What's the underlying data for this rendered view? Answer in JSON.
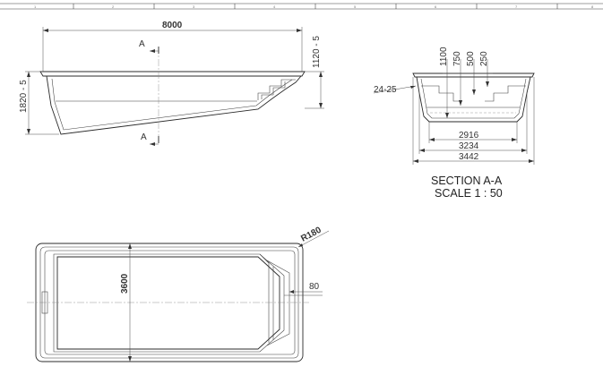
{
  "border_zone_labels": [
    "1",
    "2",
    "3",
    "4",
    "5",
    "6",
    "7",
    "8"
  ],
  "side_view": {
    "overall_length": "8000",
    "total_height": "1120 - 5",
    "left_height": "1820 - 5",
    "section_marker_top": "A",
    "section_marker_bottom": "A"
  },
  "section_view": {
    "depth_1": "1100",
    "depth_2": "750",
    "depth_3": "500",
    "depth_4": "250",
    "flange_dim": "24-25",
    "width_1": "2916",
    "width_2": "3234",
    "width_3": "3442",
    "title": "SECTION A-A",
    "scale": "SCALE 1 : 50"
  },
  "plan_view": {
    "width_dim": "3600",
    "radius_dim": "R180",
    "step_dim": "80"
  }
}
